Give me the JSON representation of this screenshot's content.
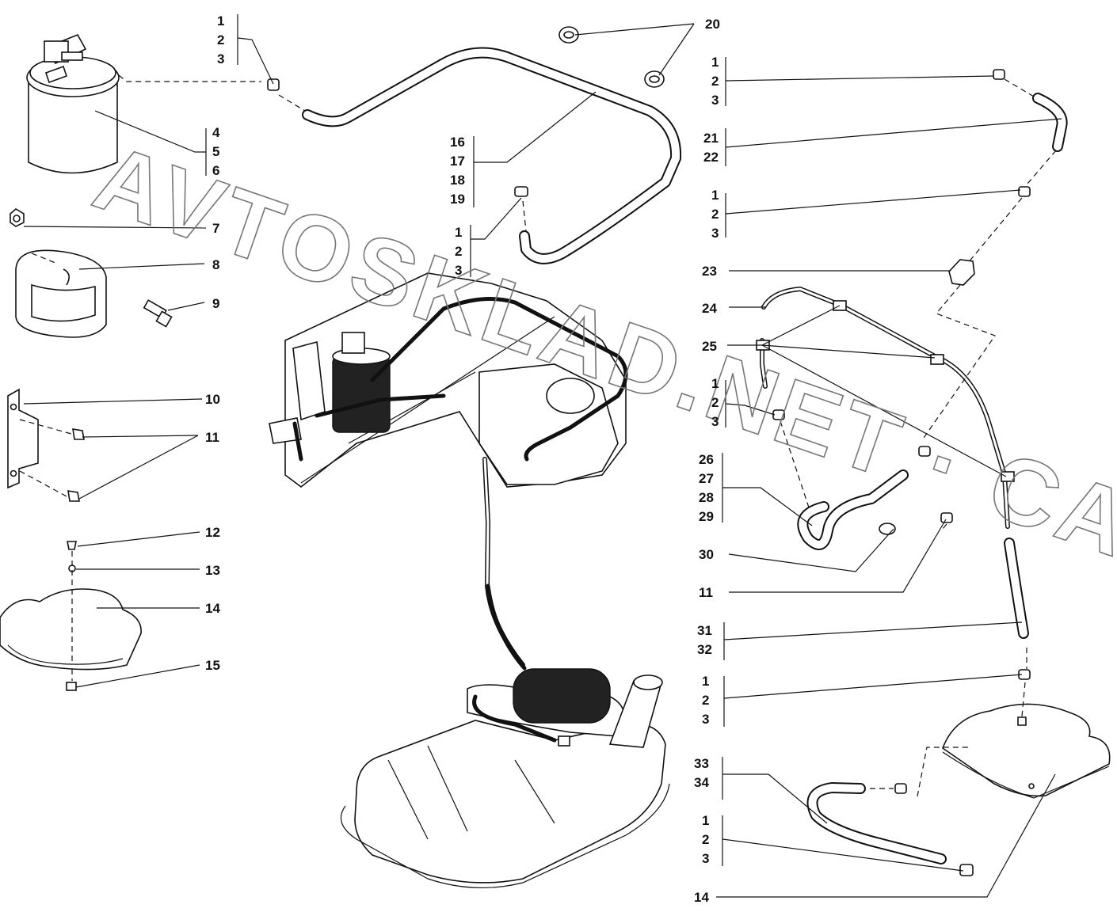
{
  "watermark": "AVTOSKLAD.NET · CAT.ONLINE",
  "callouts": {
    "c1": [
      "1",
      "2",
      "3"
    ],
    "c4": [
      "4",
      "5",
      "6"
    ],
    "c7": "7",
    "c8": "8",
    "c9": "9",
    "c10": "10",
    "c11a": "11",
    "c12": "12",
    "c13": "13",
    "c14a": "14",
    "c15": "15",
    "c16": [
      "16",
      "17",
      "18",
      "19"
    ],
    "c1b": [
      "1",
      "2",
      "3"
    ],
    "c20": "20",
    "c1c": [
      "1",
      "2",
      "3"
    ],
    "c21": [
      "21",
      "22"
    ],
    "c1d": [
      "1",
      "2",
      "3"
    ],
    "c23": "23",
    "c24": "24",
    "c25": "25",
    "c1e": [
      "1",
      "2",
      "3"
    ],
    "c26": [
      "26",
      "27",
      "28",
      "29"
    ],
    "c30": "30",
    "c11b": "11",
    "c31": [
      "31",
      "32"
    ],
    "c1f": [
      "1",
      "2",
      "3"
    ],
    "c33": [
      "33",
      "34"
    ],
    "c1g": [
      "1",
      "2",
      "3"
    ],
    "c14b": "14"
  }
}
